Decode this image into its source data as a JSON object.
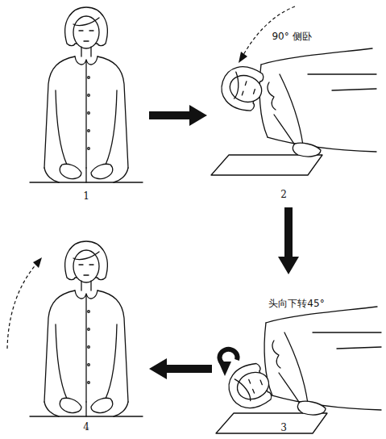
{
  "diagram": {
    "nodes": [
      {
        "text": [
          "1"
        ]
      },
      {
        "text": [
          "90° 侧卧",
          "2"
        ]
      },
      {
        "text": [
          "头向下转45°",
          "3"
        ]
      },
      {
        "text": [
          "4"
        ]
      }
    ],
    "edges": [
      {
        "from": 0,
        "to": 1,
        "arrow": "to"
      },
      {
        "from": 1,
        "to": 2,
        "arrow": "to"
      },
      {
        "from": 2,
        "to": 3,
        "arrow": "to"
      }
    ]
  }
}
